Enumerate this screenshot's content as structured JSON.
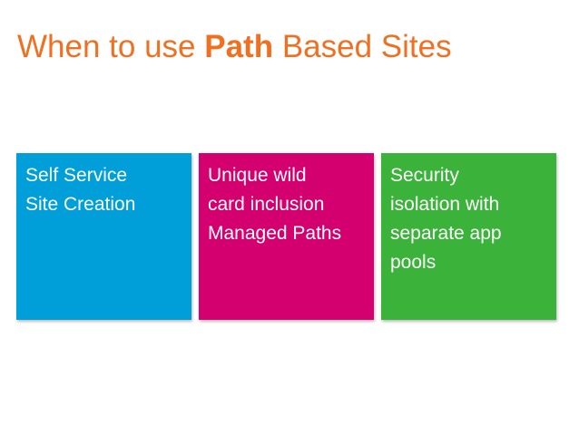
{
  "title": {
    "prefix": "When to use ",
    "emphasis": "Path",
    "suffix": " Based Sites",
    "color": "#f07022"
  },
  "tiles": [
    {
      "lines": [
        "Self Service",
        "Site Creation"
      ],
      "color": "#009fda"
    },
    {
      "lines": [
        "Unique wild",
        "card inclusion",
        "Managed Paths"
      ],
      "color": "#d4006f"
    },
    {
      "lines": [
        "Security",
        "isolation with",
        "separate app",
        "pools"
      ],
      "color": "#3bb23a"
    }
  ]
}
